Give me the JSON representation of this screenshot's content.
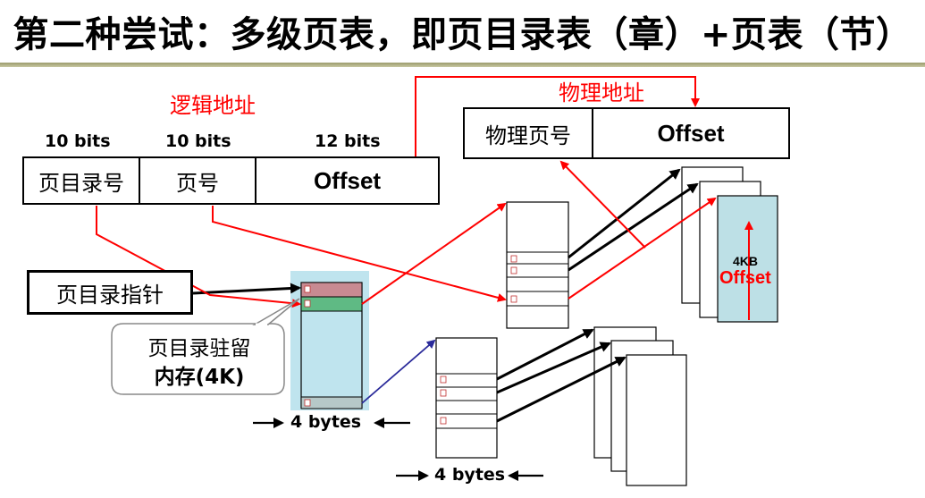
{
  "title": "第二种尝试：多级页表，即页目录表（章）+页表（节）",
  "logical_address": {
    "label": "逻辑地址",
    "fields": [
      {
        "bits": "10 bits",
        "name": "页目录号"
      },
      {
        "bits": "10 bits",
        "name": "页号"
      },
      {
        "bits": "12 bits",
        "name": "Offset"
      }
    ]
  },
  "physical_address": {
    "label": "物理地址",
    "fields": [
      {
        "name": "物理页号"
      },
      {
        "name": "Offset"
      }
    ]
  },
  "page_directory_pointer": "页目录指针",
  "callout": {
    "line1": "页目录驻留",
    "line2": "内存(4K)"
  },
  "entry_size_label_1": "4 bytes",
  "entry_size_label_2": "4 bytes",
  "page_frame": {
    "size": "4KB",
    "offset": "Offset"
  },
  "colors": {
    "arrow_red": "#ff0000",
    "arrow_black": "#000000",
    "arrow_blue": "#2a2a9a",
    "directory_bg": "#bfe4ee",
    "entry_rose": "#c88a92",
    "entry_green": "#5fba84",
    "entry_gray": "#b6c8c8",
    "frame_teal": "#bde0e6",
    "rule": "#a8a87c"
  }
}
